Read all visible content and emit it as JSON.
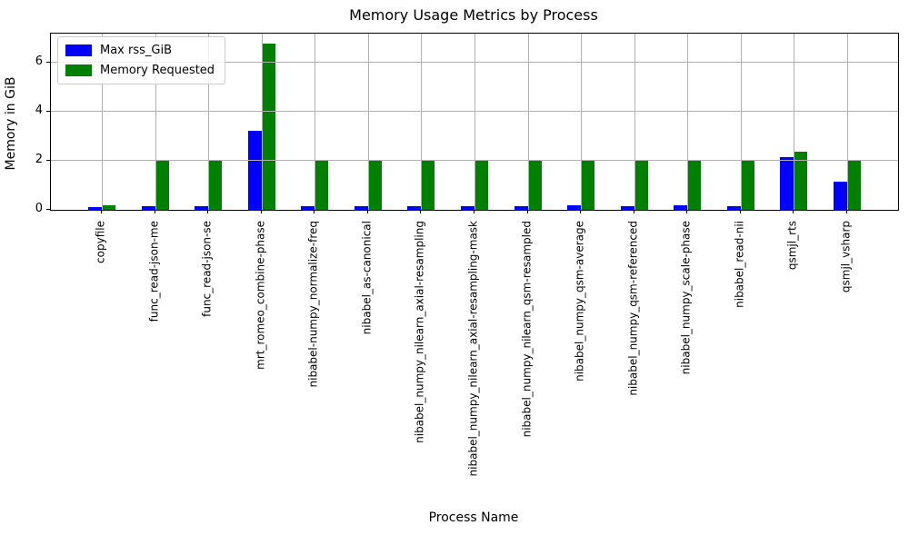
{
  "figure": {
    "title": "Memory Usage Metrics by Process",
    "xlabel": "Process Name",
    "ylabel": "Memory in GiB"
  },
  "legend": {
    "position": "upper left",
    "entries": [
      {
        "label": "Max rss_GiB",
        "color": "#0000ff"
      },
      {
        "label": "Memory Requested",
        "color": "#008000"
      }
    ]
  },
  "chart_data": {
    "type": "bar",
    "title": "Memory Usage Metrics by Process",
    "xlabel": "Process Name",
    "ylabel": "Memory in GiB",
    "categories": [
      "copyfile",
      "func_read-json-me",
      "func_read-json-se",
      "mrt_romeo_combine-phase",
      "nibabel-numpy_normalize-freq",
      "nibabel_as-canonical",
      "nibabel_numpy_nilearn_axial-resampling",
      "nibabel_numpy_nilearn_axial-resampling-mask",
      "nibabel_numpy_nilearn_qsm-resampled",
      "nibabel_numpy_qsm-average",
      "nibabel_numpy_qsm-referenced",
      "nibabel_numpy_scale-phase",
      "nibabel_read-nii",
      "qsmjl_rts",
      "qsmjl_vsharp"
    ],
    "series": [
      {
        "name": "Max rss_GiB",
        "color": "#0000ff",
        "values": [
          0.12,
          0.13,
          0.13,
          3.24,
          0.13,
          0.13,
          0.15,
          0.15,
          0.15,
          0.17,
          0.15,
          0.18,
          0.14,
          2.15,
          1.15
        ]
      },
      {
        "name": "Memory Requested",
        "color": "#008000",
        "values": [
          0.2,
          2.0,
          2.0,
          6.8,
          2.0,
          2.0,
          2.0,
          2.0,
          2.0,
          2.0,
          2.0,
          2.0,
          2.0,
          2.37,
          2.0
        ]
      }
    ],
    "ylim": [
      0,
      7.2
    ],
    "yticks": [
      0,
      2,
      4,
      6
    ],
    "grid": true,
    "grid_color": "#b0b0b0",
    "legend_position": "upper left",
    "background": "#ffffff"
  }
}
